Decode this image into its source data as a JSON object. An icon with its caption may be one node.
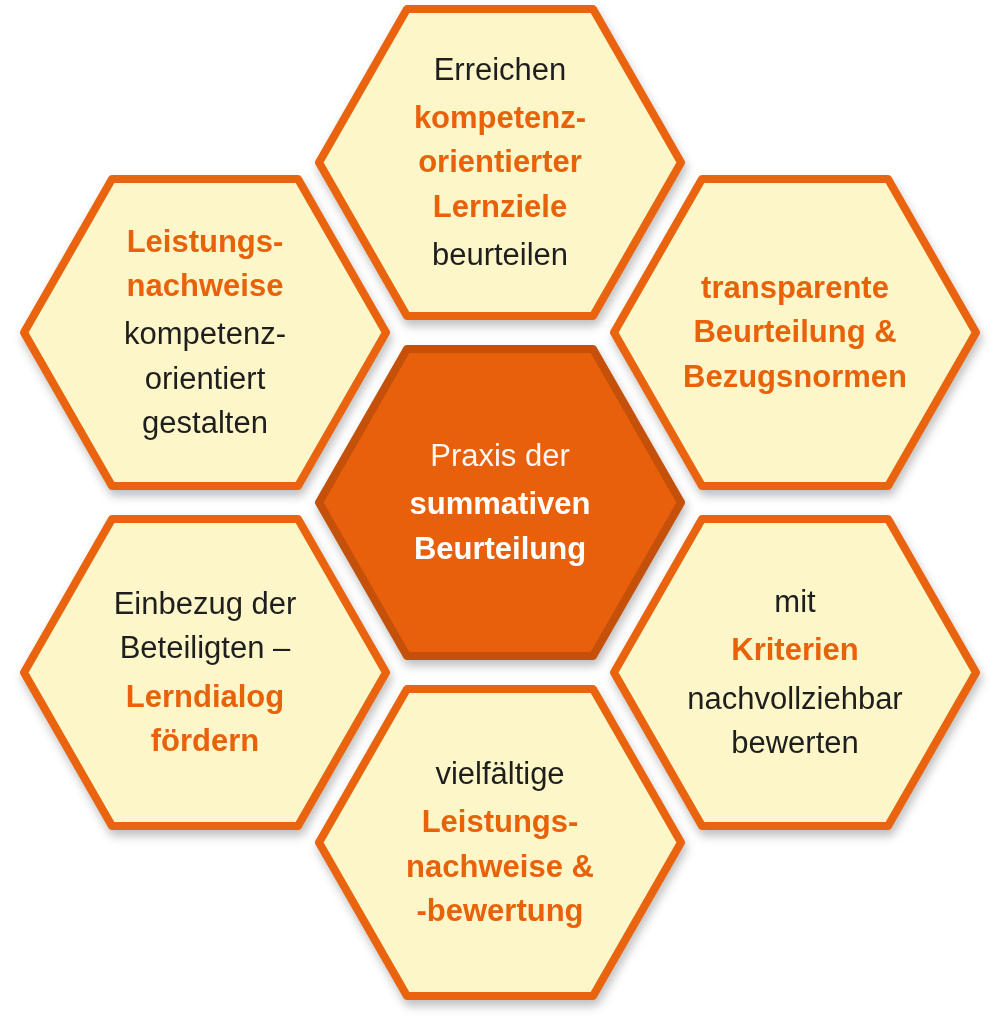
{
  "diagram": {
    "nodes": [
      {
        "text": [
          "Erreichen",
          "kompetenz-orientierter Lernziele",
          "beurteilen"
        ]
      },
      {
        "text": [
          "Leistungs-nachweise",
          "kompetenz-orientiert gestalten"
        ]
      },
      {
        "text": [
          "transparente Beurteilung & Bezugsnormen"
        ]
      },
      {
        "text": [
          "Praxis der",
          "summativen Beurteilung"
        ]
      },
      {
        "text": [
          "Einbezug der Beteiligten –",
          "Lerndialog fördern"
        ]
      },
      {
        "text": [
          "mit",
          "Kriterien",
          "nachvollziehbar bewerten"
        ]
      },
      {
        "text": [
          "vielfältige",
          "Leistungs-nachweise & -bewertung"
        ]
      }
    ]
  }
}
